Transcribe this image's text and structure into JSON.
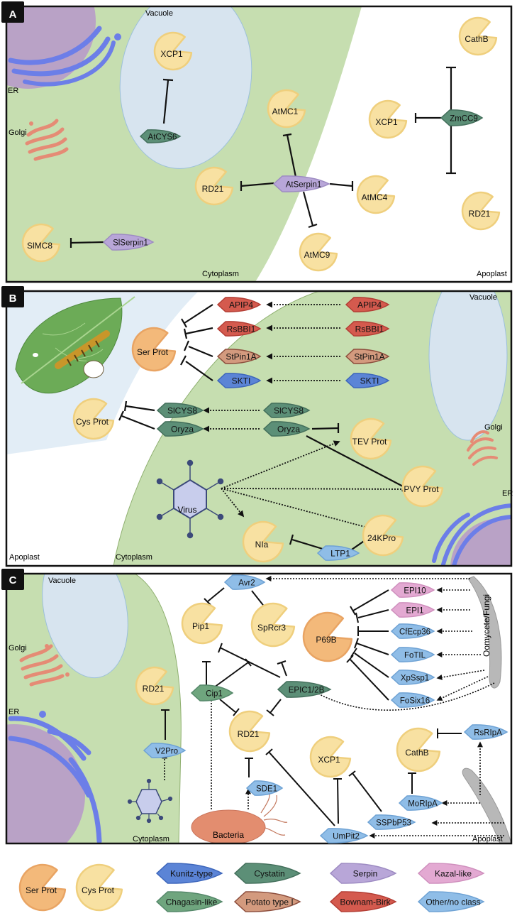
{
  "colors": {
    "ser_prot": "#f3b97a",
    "ser_prot_edge": "#e9a463",
    "cys_prot": "#f8e1a2",
    "cys_prot_edge": "#efcf7d",
    "kunitz": "#5b84d6",
    "cystatin": "#5c8f77",
    "serpin": "#b8a6d8",
    "kazal": "#e3a9d2",
    "chagasin": "#6fa57e",
    "potato": "#d39a7e",
    "bowman": "#d45a4e",
    "other": "#8fbde7",
    "cytoplasm": "#c6deb0",
    "vacuole": "#d7e4ef",
    "er": "#6c7ee8",
    "golgi": "#e58b75",
    "nucleus": "#b9a2c6",
    "oomycete": "#b8b8b8",
    "bacteria": "#e38d6f",
    "leaf": "#6cab57"
  },
  "panels": {
    "A": {
      "label": "A",
      "compartments": {
        "vacuole": "Vacuole",
        "er": "ER",
        "golgi": "Golgi",
        "cytoplasm": "Cytoplasm",
        "apoplast": "Apoplast"
      },
      "proteases": [
        {
          "id": "a_xcp1_vac",
          "label": "XCP1",
          "type": "cys"
        },
        {
          "id": "a_atmc1",
          "label": "AtMC1",
          "type": "cys"
        },
        {
          "id": "a_rd21_cyt",
          "label": "RD21",
          "type": "cys"
        },
        {
          "id": "a_atmc4",
          "label": "AtMC4",
          "type": "cys"
        },
        {
          "id": "a_atmc9",
          "label": "AtMC9",
          "type": "cys"
        },
        {
          "id": "a_slmc8",
          "label": "SlMC8",
          "type": "cys"
        },
        {
          "id": "a_cathb",
          "label": "CathB",
          "type": "cys"
        },
        {
          "id": "a_xcp1_apo",
          "label": "XCP1",
          "type": "cys"
        },
        {
          "id": "a_rd21_apo",
          "label": "RD21",
          "type": "cys"
        }
      ],
      "inhibitors": [
        {
          "id": "a_atcys6",
          "label": "AtCYS6",
          "class": "cystatin"
        },
        {
          "id": "a_atserpin1",
          "label": "AtSerpin1",
          "class": "serpin"
        },
        {
          "id": "a_slserpin1",
          "label": "SlSerpin1",
          "class": "serpin"
        },
        {
          "id": "a_zmcc9",
          "label": "ZmCC9",
          "class": "cystatin"
        }
      ],
      "interactions": [
        {
          "from": "AtCYS6",
          "to": "XCP1",
          "type": "inhibition"
        },
        {
          "from": "AtSerpin1",
          "to": "AtMC1",
          "type": "inhibition"
        },
        {
          "from": "AtSerpin1",
          "to": "RD21",
          "type": "inhibition"
        },
        {
          "from": "AtSerpin1",
          "to": "AtMC4",
          "type": "inhibition"
        },
        {
          "from": "AtSerpin1",
          "to": "AtMC9",
          "type": "inhibition"
        },
        {
          "from": "SlSerpin1",
          "to": "SlMC8",
          "type": "inhibition"
        },
        {
          "from": "ZmCC9",
          "to": "CathB",
          "type": "inhibition"
        },
        {
          "from": "ZmCC9",
          "to": "XCP1",
          "type": "inhibition"
        },
        {
          "from": "ZmCC9",
          "to": "RD21",
          "type": "inhibition"
        }
      ]
    },
    "B": {
      "label": "B",
      "compartments": {
        "vacuole": "Vacuole",
        "golgi": "Golgi",
        "er": "ER",
        "cytoplasm": "Cytoplasm",
        "apoplast": "Apoplast"
      },
      "virus_label": "Virus",
      "proteases": [
        {
          "id": "b_serprot",
          "label": "Ser Prot",
          "type": "ser"
        },
        {
          "id": "b_cysprot",
          "label": "Cys Prot",
          "type": "cys"
        },
        {
          "id": "b_tev",
          "label": "TEV Prot",
          "type": "cys"
        },
        {
          "id": "b_pvy",
          "label": "PVY Prot",
          "type": "cys"
        },
        {
          "id": "b_nia",
          "label": "NIa",
          "type": "cys"
        },
        {
          "id": "b_24kpro",
          "label": "24KPro",
          "type": "cys"
        }
      ],
      "inhibitors": [
        {
          "id": "b_apip4_l",
          "label": "APIP4",
          "class": "bowman"
        },
        {
          "id": "b_rsbbi1_l",
          "label": "RsBBI1",
          "class": "bowman"
        },
        {
          "id": "b_stpin1a_l",
          "label": "StPin1A",
          "class": "potato"
        },
        {
          "id": "b_skti_l",
          "label": "SKTI",
          "class": "kunitz"
        },
        {
          "id": "b_apip4_r",
          "label": "APIP4",
          "class": "bowman"
        },
        {
          "id": "b_rsbbi1_r",
          "label": "RsBBI1",
          "class": "bowman"
        },
        {
          "id": "b_stpin1a_r",
          "label": "StPin1A",
          "class": "potato"
        },
        {
          "id": "b_skti_r",
          "label": "SKTI",
          "class": "kunitz"
        },
        {
          "id": "b_slcys8_l",
          "label": "SlCYS8",
          "class": "cystatin"
        },
        {
          "id": "b_oryza_l",
          "label": "Oryza",
          "class": "cystatin"
        },
        {
          "id": "b_slcys8_r",
          "label": "SlCYS8",
          "class": "cystatin"
        },
        {
          "id": "b_oryza_r",
          "label": "Oryza",
          "class": "cystatin"
        },
        {
          "id": "b_ltp1",
          "label": "LTP1",
          "class": "other"
        }
      ],
      "interactions": [
        {
          "from": "APIP4",
          "to": "Ser Prot",
          "type": "inhibition"
        },
        {
          "from": "RsBBI1",
          "to": "Ser Prot",
          "type": "inhibition"
        },
        {
          "from": "StPin1A",
          "to": "Ser Prot",
          "type": "inhibition"
        },
        {
          "from": "SKTI",
          "to": "Ser Prot",
          "type": "inhibition"
        },
        {
          "from": "SlCYS8",
          "to": "Cys Prot",
          "type": "inhibition"
        },
        {
          "from": "Oryza",
          "to": "Cys Prot",
          "type": "inhibition"
        },
        {
          "from": "Oryza",
          "to": "TEV Prot",
          "type": "inhibition"
        },
        {
          "from": "Oryza",
          "to": "PVY Prot",
          "type": "inhibition"
        },
        {
          "from": "LTP1",
          "to": "NIa",
          "type": "inhibition"
        },
        {
          "from": "LTP1",
          "to": "24KPro",
          "type": "inhibition"
        },
        {
          "from": "Virus",
          "to": "TEV Prot",
          "type": "secretion"
        },
        {
          "from": "Virus",
          "to": "PVY Prot",
          "type": "secretion"
        },
        {
          "from": "Virus",
          "to": "NIa",
          "type": "secretion"
        },
        {
          "from": "Virus",
          "to": "24KPro",
          "type": "secretion"
        }
      ]
    },
    "C": {
      "label": "C",
      "compartments": {
        "vacuole": "Vacuole",
        "golgi": "Golgi",
        "er": "ER",
        "cytoplasm": "Cytoplasm",
        "apoplast": "Apoplast"
      },
      "organisms": {
        "bacteria": "Bacteria",
        "oomycete": "Oomycete/Fungi"
      },
      "proteases": [
        {
          "id": "c_rd21_cyt",
          "label": "RD21",
          "type": "cys"
        },
        {
          "id": "c_pip1",
          "label": "Pip1",
          "type": "cys"
        },
        {
          "id": "c_sprcr3",
          "label": "SpRcr3",
          "type": "cys"
        },
        {
          "id": "c_rd21_apo",
          "label": "RD21",
          "type": "cys"
        },
        {
          "id": "c_xcp1",
          "label": "XCP1",
          "type": "cys"
        },
        {
          "id": "c_cathb",
          "label": "CathB",
          "type": "cys"
        },
        {
          "id": "c_p69b",
          "label": "P69B",
          "type": "ser"
        }
      ],
      "inhibitors": [
        {
          "id": "c_v2pro",
          "label": "V2Pro",
          "class": "other"
        },
        {
          "id": "c_avr2",
          "label": "Avr2",
          "class": "other"
        },
        {
          "id": "c_cip1",
          "label": "Cip1",
          "class": "chagasin"
        },
        {
          "id": "c_epic",
          "label": "EPIC1/2B",
          "class": "cystatin"
        },
        {
          "id": "c_sde1",
          "label": "SDE1",
          "class": "other"
        },
        {
          "id": "c_umpit2",
          "label": "UmPit2",
          "class": "other"
        },
        {
          "id": "c_sspbp53",
          "label": "SSPbP53",
          "class": "other"
        },
        {
          "id": "c_morlpa",
          "label": "MoRIpA",
          "class": "other"
        },
        {
          "id": "c_rsrlpa",
          "label": "RsRIpA",
          "class": "other"
        },
        {
          "id": "c_epi10",
          "label": "EPI10",
          "class": "kazal"
        },
        {
          "id": "c_epi1",
          "label": "EPI1",
          "class": "kazal"
        },
        {
          "id": "c_cfecp36",
          "label": "CfEcp36",
          "class": "other"
        },
        {
          "id": "c_fotil",
          "label": "FoTIL",
          "class": "other"
        },
        {
          "id": "c_xpssp1",
          "label": "XpSsp1",
          "class": "other"
        },
        {
          "id": "c_fosix16",
          "label": "FoSix16",
          "class": "other"
        }
      ]
    }
  },
  "legend": [
    {
      "label": "Ser Prot",
      "kind": "protease",
      "type": "ser"
    },
    {
      "label": "Cys Prot",
      "kind": "protease",
      "type": "cys"
    },
    {
      "label": "Kunitz-type",
      "kind": "inhibitor",
      "class": "kunitz"
    },
    {
      "label": "Cystatin",
      "kind": "inhibitor",
      "class": "cystatin"
    },
    {
      "label": "Serpin",
      "kind": "inhibitor",
      "class": "serpin"
    },
    {
      "label": "Kazal-like",
      "kind": "inhibitor",
      "class": "kazal"
    },
    {
      "label": "Chagasin-like",
      "kind": "inhibitor",
      "class": "chagasin"
    },
    {
      "label": "Potato type I",
      "kind": "inhibitor",
      "class": "potato"
    },
    {
      "label": "Bownam-Birk",
      "kind": "inhibitor",
      "class": "bowman"
    },
    {
      "label": "Other/no class",
      "kind": "inhibitor",
      "class": "other"
    }
  ]
}
